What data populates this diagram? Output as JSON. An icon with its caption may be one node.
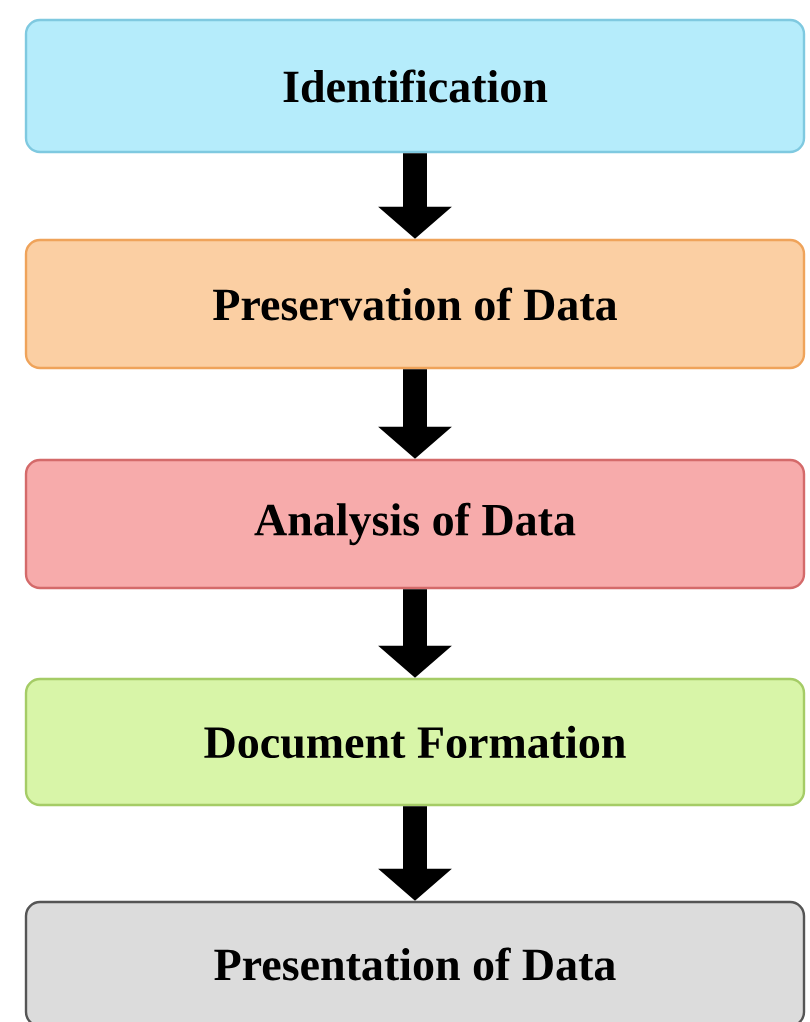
{
  "diagram": {
    "nodes": [
      {
        "text": [
          "Identification"
        ]
      },
      {
        "text": [
          "Preservation of Data"
        ]
      },
      {
        "text": [
          "Analysis of Data"
        ]
      },
      {
        "text": [
          "Document Formation"
        ]
      },
      {
        "text": [
          "Presentation of Data"
        ]
      }
    ],
    "edges": [
      {
        "from": 0,
        "to": 1,
        "arrow": "to"
      },
      {
        "from": 1,
        "to": 2,
        "arrow": "to"
      },
      {
        "from": 2,
        "to": 3,
        "arrow": "to"
      },
      {
        "from": 3,
        "to": 4,
        "arrow": "to"
      }
    ]
  }
}
